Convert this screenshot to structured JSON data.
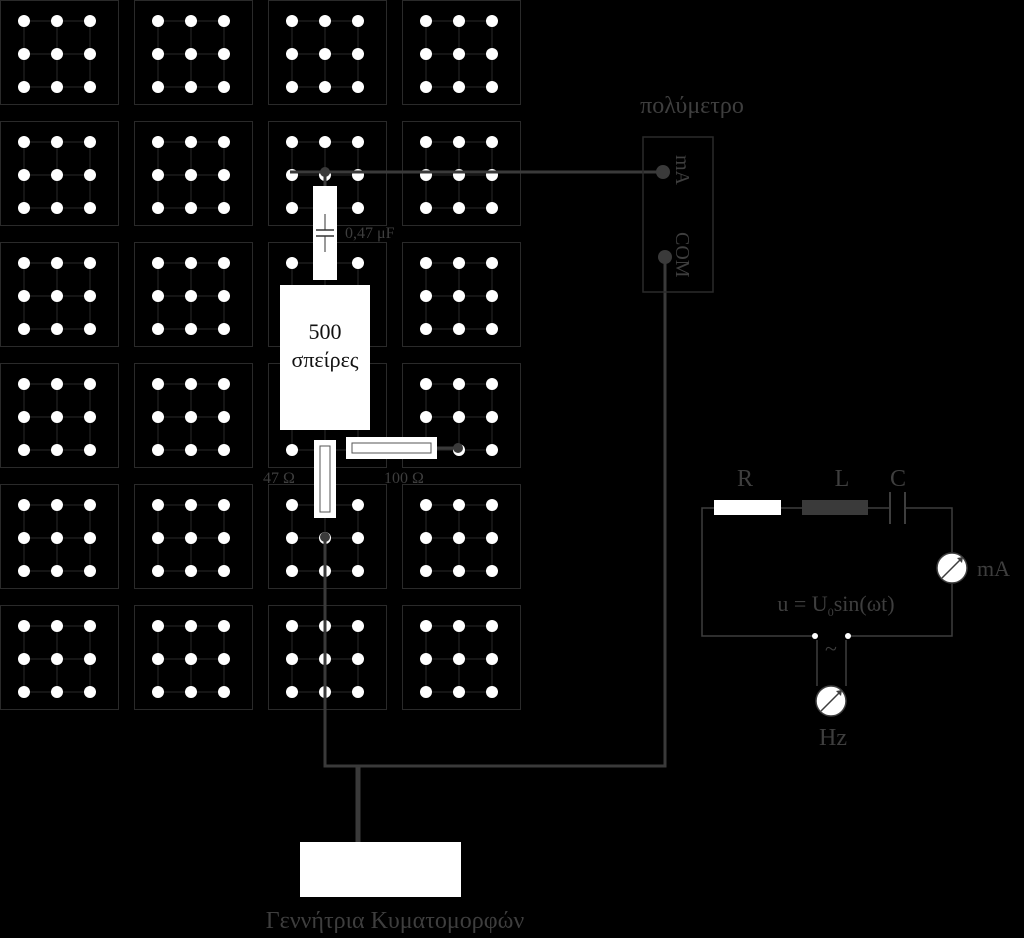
{
  "multimeter": {
    "title": "πολύμετρο",
    "terminal_ma": "mA",
    "terminal_com": "COM"
  },
  "components": {
    "capacitor_value": "0,47 μF",
    "coil_line1": "500",
    "coil_line2": "σπείρες",
    "resistor_47_value": "47 Ω",
    "resistor_100_value": "100 Ω"
  },
  "generator": {
    "label": "Γεννήτρια Κυματομορφών"
  },
  "schematic": {
    "label_r": "R",
    "label_l": "L",
    "label_c": "C",
    "ammeter_label": "mA",
    "source_label_prefix": "u = U",
    "source_label_sub": "0",
    "source_label_suffix": "sin(ωt)",
    "tilde_symbol": "~",
    "frequency_label": "Hz"
  },
  "breadboard": {
    "rows": 6,
    "cols": 4,
    "dots_per_side": 3
  },
  "colors": {
    "background": "#000000",
    "board_border": "#2a2a2a",
    "dot": "#ffffff",
    "wire": "#3a3a3a",
    "component_fill": "#ffffff",
    "label_gray": "#3e3e3e",
    "label_light": "#f0f0f0"
  }
}
